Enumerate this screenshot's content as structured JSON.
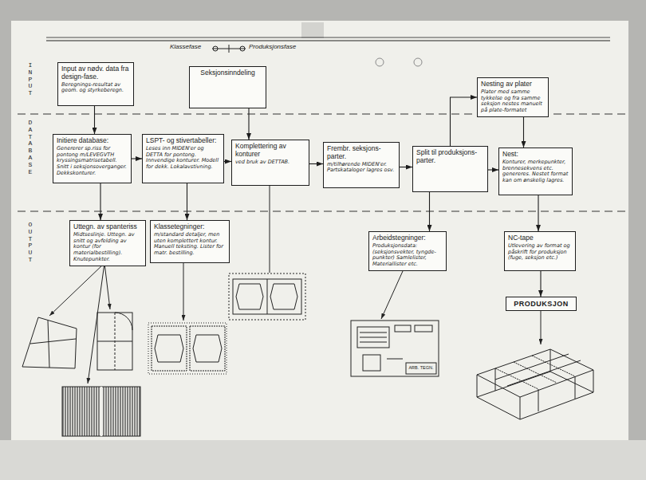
{
  "diagram": {
    "nodes": [
      {
        "text": [
          "Input av nødv. data fra design-fase.",
          "Beregnings-resultat av geom. og styrkeberegn."
        ]
      },
      {
        "text": [
          "Seksjonsinndeling"
        ]
      },
      {
        "text": [
          "Nesting av plater",
          "Plater med samme tykkelse og fra samme seksjon nestes manuelt på plate-formatet"
        ]
      },
      {
        "text": [
          "Initiere database:",
          "Genererer sp.riss for pontong m/LEVEGVTH kryssingsmatrisetabell. Snitt i seksjonsoverganger. Dekkskonturer."
        ]
      },
      {
        "text": [
          "LSPT- og stivertabeller:",
          "Leses inn MIDEN'er og DETTA for pontong. Innvendige konturer. Modell for dekk. Lokalavstivning."
        ]
      },
      {
        "text": [
          "Komplettering av konturer",
          "ved bruk av DETTAB."
        ]
      },
      {
        "text": [
          "Frembr. seksjons-parter.",
          "m/tilhørende MIDEN'er. Partskataloger lagres osv."
        ]
      },
      {
        "text": [
          "Split til produksjons-parter."
        ]
      },
      {
        "text": [
          "Nest:",
          "Konturer, merkepunkter, brennesekvens etc. genereres. Nestet format kan om ønskelig lagres."
        ]
      },
      {
        "text": [
          "Uttegn. av spanteriss",
          "Midtseslinje. Uttegn. av snitt og avfelding av kontur (for materialbestilling). Knutepunkter."
        ]
      },
      {
        "text": [
          "Klassetegninger:",
          "m/standard detaljer, men uten komplettert kontur. Manuell teksting. Lister for matr. bestilling."
        ]
      },
      {
        "text": [
          "Arbeidstegninger:",
          "Produksjonsdata: (seksjonsvekter, tyngde-punkter) Samlelister, Materiallister etc."
        ]
      },
      {
        "text": [
          "NC-tape",
          "Utlevering av format og påskrift for produksjon (fuge, seksjon etc.)"
        ]
      },
      {
        "text": [
          "PRODUKSJON"
        ]
      }
    ],
    "edges": [
      {
        "from": 0,
        "to": 3,
        "arrow": "to"
      },
      {
        "from": 3,
        "to": 4,
        "arrow": "to"
      },
      {
        "from": 4,
        "to": 5,
        "arrow": "to"
      },
      {
        "from": 1,
        "to": 5,
        "arrow": "to"
      },
      {
        "from": 5,
        "to": 6,
        "arrow": "to"
      },
      {
        "from": 6,
        "to": 7,
        "arrow": "to"
      },
      {
        "from": 7,
        "to": 2,
        "arrow": "to"
      },
      {
        "from": 2,
        "to": 8,
        "arrow": "to"
      },
      {
        "from": 7,
        "to": 8,
        "arrow": "to"
      },
      {
        "from": 3,
        "to": 9,
        "arrow": "to"
      },
      {
        "from": 4,
        "to": 10,
        "arrow": "to"
      },
      {
        "from": 7,
        "to": 11,
        "arrow": "to"
      },
      {
        "from": 8,
        "to": 12,
        "arrow": "to"
      },
      {
        "from": 12,
        "to": 13,
        "arrow": "to"
      }
    ],
    "labels": [
      "Klassefase",
      "Produksjonsfase",
      "INPUT",
      "DATABASE",
      "OUTPUT",
      "ARB. TEGN."
    ]
  }
}
